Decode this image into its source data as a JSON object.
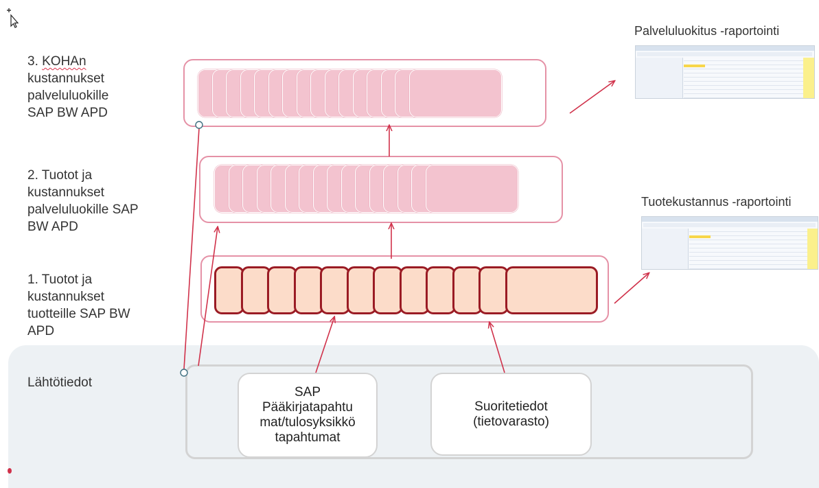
{
  "labels": {
    "layer3": "3. KOHAn\nkustannukset\npalveluluokille\nSAP BW APD",
    "layer3_first_word": "KOHAn",
    "layer2": "2. Tuotot ja\nkustannukset\npalveluluokille  SAP\nBW APD",
    "layer1": "1. Tuotot ja\nkustannukset\ntuotteille  SAP BW\nAPD",
    "base": "Lähtötiedot"
  },
  "sources": {
    "gl": "SAP\nPääkirjatapahtu\nmat/tulosyksikkö\ntapahtumat",
    "performance": "Suoritetiedot\n(tietovarasto)"
  },
  "reports": {
    "service_class": "Palveluluokitus -raportointi",
    "product_cost": "Tuotekustannus -raportointi"
  },
  "colors": {
    "layer_border": "#e591a6",
    "pink_card": "#f3c3cf",
    "peach_card": "#fcdcc9",
    "dark_red_border": "#9a1b24",
    "arrow": "#d0314a",
    "base_background": "#edf1f4"
  }
}
